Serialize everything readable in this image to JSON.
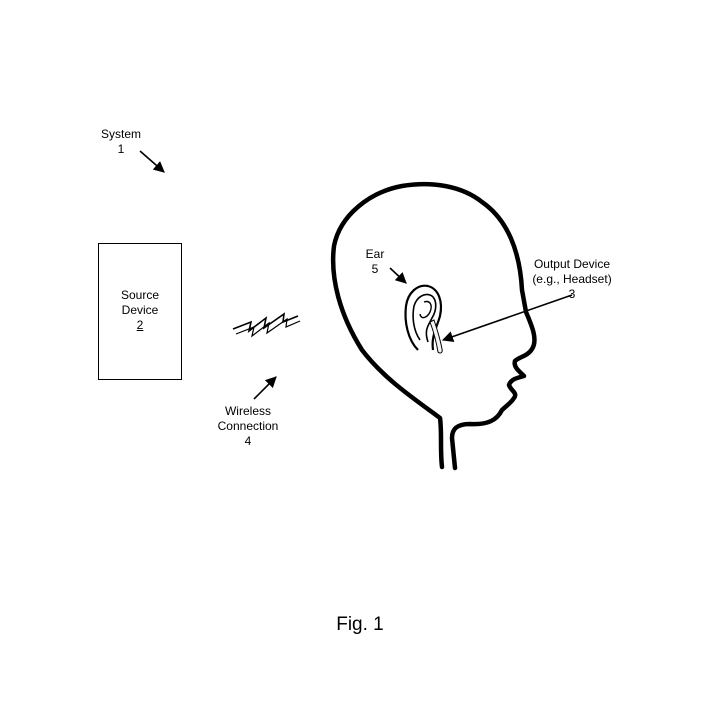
{
  "labels": {
    "system": {
      "name": "System",
      "num": "1"
    },
    "source": {
      "line1": "Source",
      "line2": "Device",
      "num": "2"
    },
    "wireless": {
      "line1": "Wireless",
      "line2": "Connection",
      "num": "4"
    },
    "ear": {
      "name": "Ear",
      "num": "5"
    },
    "output": {
      "line1": "Output Device",
      "line2": "(e.g., Headset)",
      "num": "3"
    }
  },
  "caption": "Fig. 1"
}
